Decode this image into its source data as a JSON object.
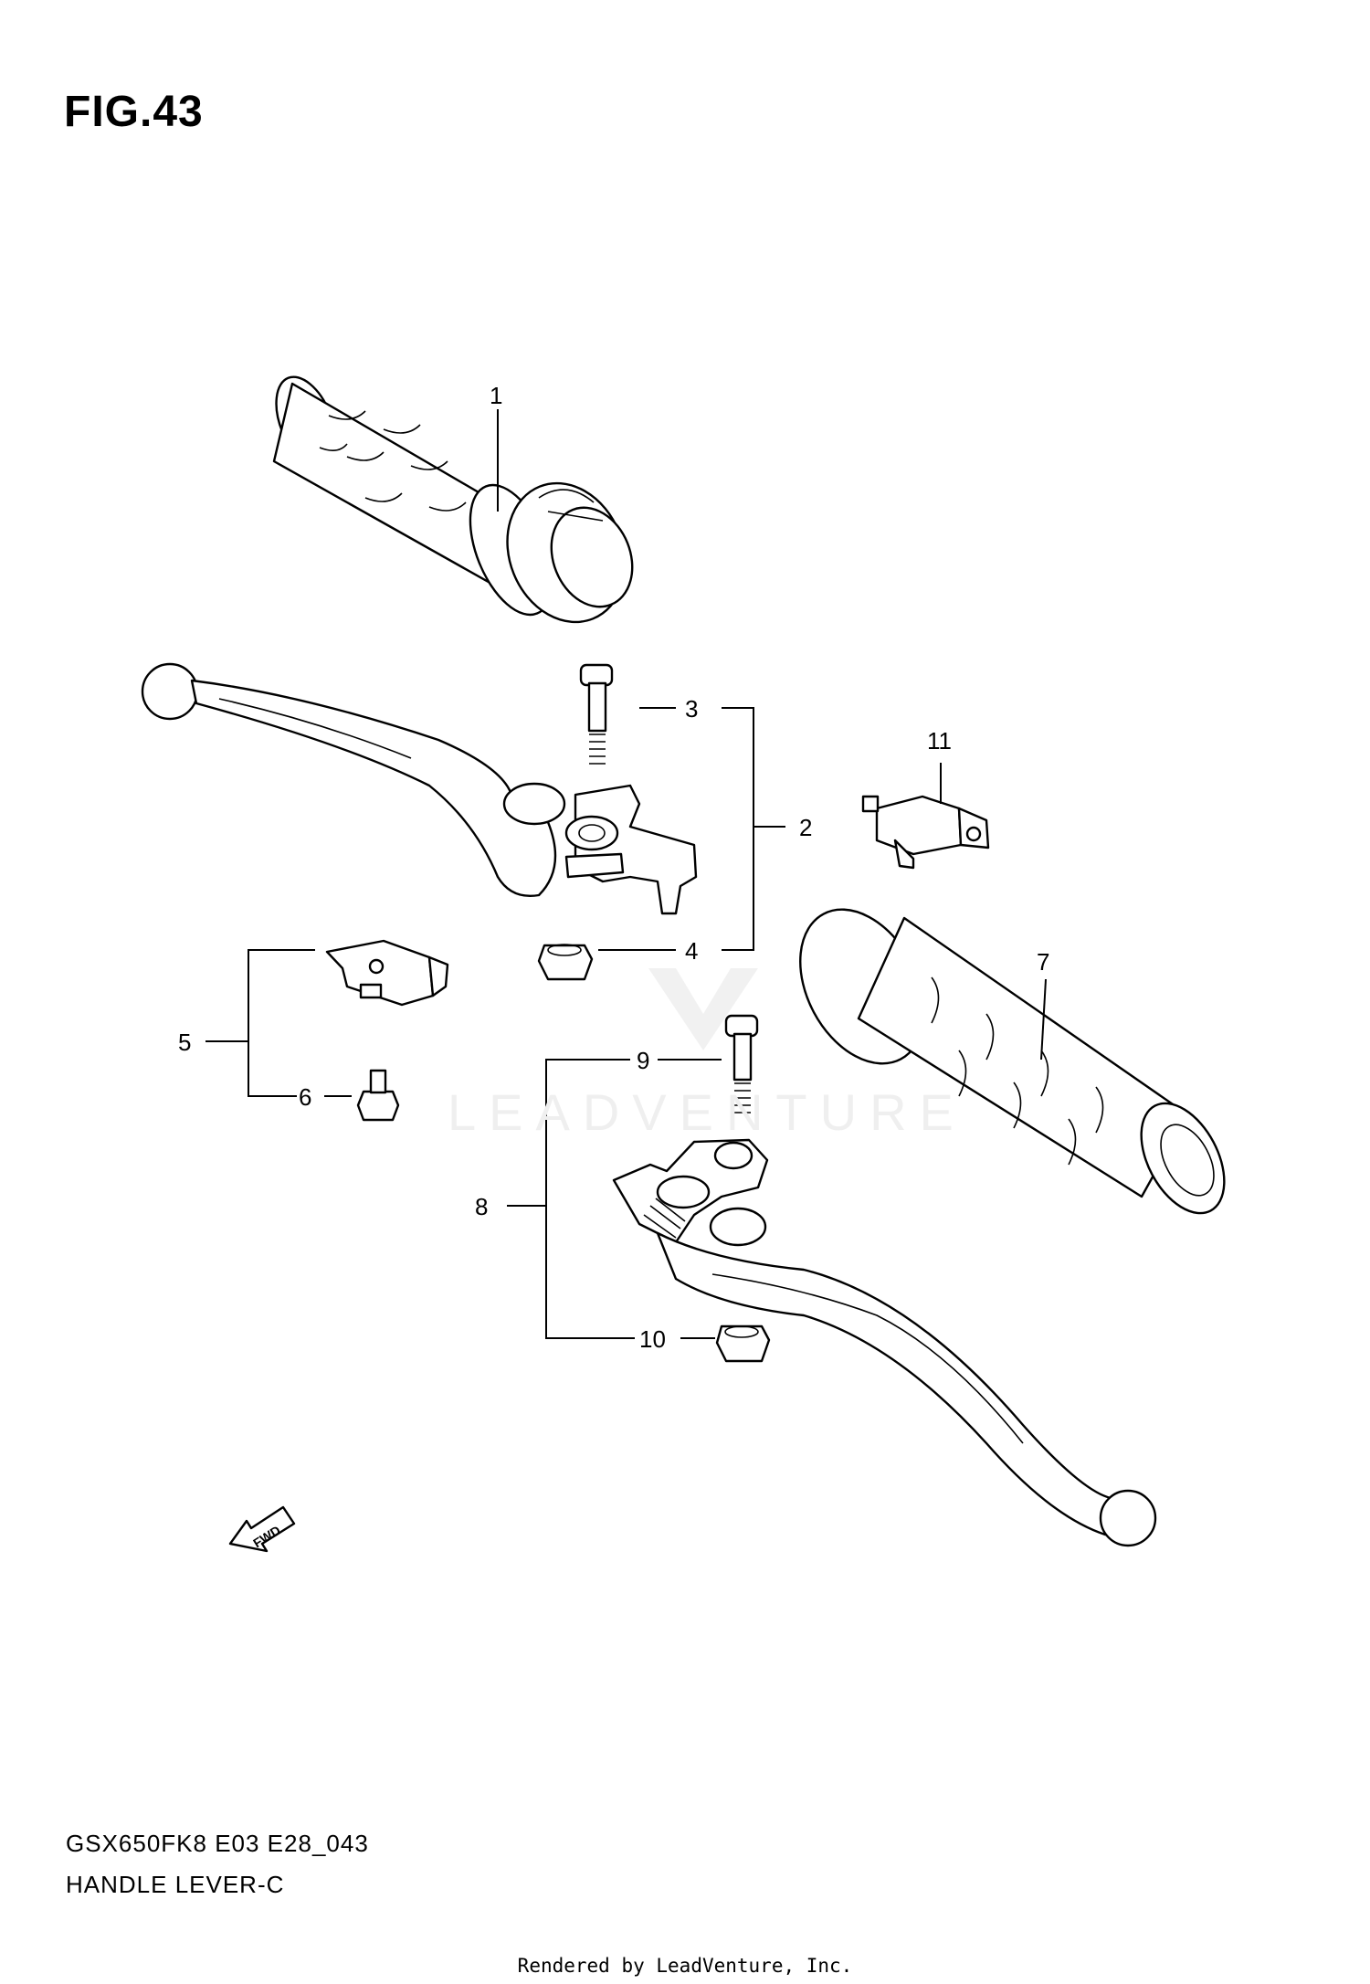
{
  "figure": {
    "title": "FIG.43"
  },
  "callouts": {
    "c1": "1",
    "c2": "2",
    "c3": "3",
    "c4": "4",
    "c5": "5",
    "c6": "6",
    "c7": "7",
    "c8": "8",
    "c9": "9",
    "c10": "10",
    "c11": "11"
  },
  "fwd_label": "FWD",
  "watermark": "LEADVENTURE",
  "footer": {
    "model": "GSX650FK8 E03 E28_043",
    "section": "HANDLE LEVER-C"
  },
  "credit": "Rendered by LeadVenture, Inc."
}
